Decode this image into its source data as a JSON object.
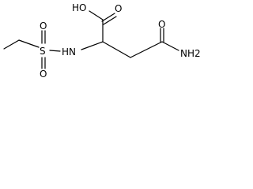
{
  "molecule": {
    "atom_labels": {
      "hydroxyl": "HO",
      "carboxyl_oxygen": "O",
      "amide_oxygen": "O",
      "amide_nitrogen": "NH2",
      "sulfur": "S",
      "sulfonyl_oxygen_top": "O",
      "sulfonyl_oxygen_bottom": "O",
      "amine": "HN"
    },
    "colors": {
      "bond": "#000000",
      "label": "#000000",
      "background": "#ffffff"
    }
  }
}
